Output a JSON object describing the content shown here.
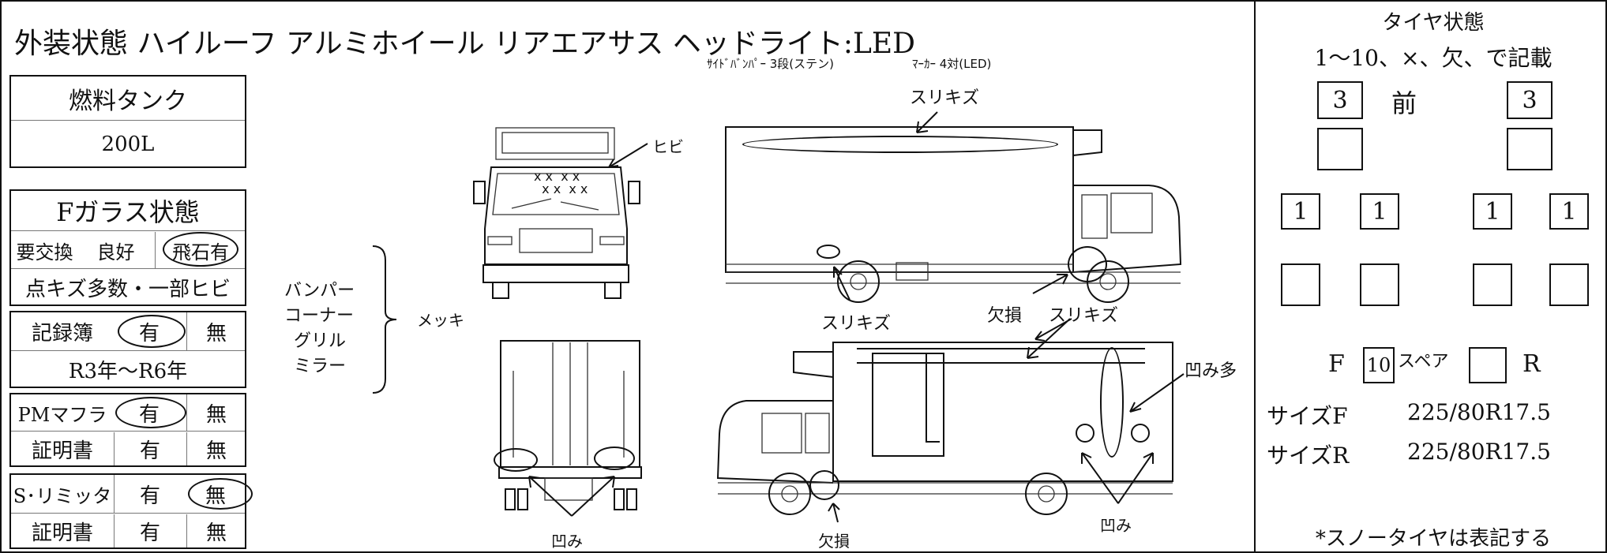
{
  "header": {
    "exterior_line": "外装状態 ハイルーフ アルミホイール リアエアサス ヘッドライト:LED",
    "side_bumper": "ｻｲﾄﾞﾊﾞﾝﾊﾟｰ 3段(ステン)",
    "marker": "ﾏｰｶｰ 4対(LED)"
  },
  "fuel_tank": {
    "label": "燃料タンク",
    "value": "200L"
  },
  "f_glass": {
    "title": "Fガラス状態",
    "options": [
      "要交換",
      "良好",
      "飛石有"
    ],
    "selected": "飛石有",
    "note": "点キズ多数・一部ヒビ"
  },
  "records": {
    "label": "記録簿",
    "yes": "有",
    "no": "無",
    "period": "R3年～R6年"
  },
  "pm_muffler": {
    "label": "PMマフラ",
    "yes": "有",
    "no": "無",
    "cert_label": "証明書",
    "cert_yes": "有",
    "cert_no": "無"
  },
  "speed_limiter": {
    "label": "S･リミッタ",
    "yes": "有",
    "no": "無",
    "cert_label": "証明書",
    "cert_yes": "有",
    "cert_no": "無"
  },
  "diagram": {
    "plating_parts": [
      "バンパー",
      "コーナー",
      "グリル",
      "ミラー"
    ],
    "plating_label": "メッキ",
    "crack": "ヒビ",
    "scratch_top": "スリキズ",
    "scratch_bottom_left": "スリキズ",
    "chip_right": "欠損",
    "scratch_side": "スリキズ",
    "dent_many": "凹み多",
    "dent_rear": "凹み",
    "chip_bottom": "欠損",
    "dent_side": "凹み",
    "crack_marks": "x x\nx x  x x\nx x"
  },
  "tires": {
    "title": "タイヤ状態",
    "instruction": "1～10、×、欠、で記載",
    "front_label": "前",
    "front_left": "3",
    "front_right": "3",
    "row2_left": "",
    "row2_right": "",
    "rear": [
      "1",
      "1",
      "1",
      "1"
    ],
    "rear2": [
      "",
      "",
      "",
      ""
    ],
    "f_label": "F",
    "spare_value": "10",
    "spare_label": "スペア",
    "spare_r_value": "",
    "r_label": "R",
    "size_f_label": "サイズF",
    "size_f_value": "225/80R17.5",
    "size_r_label": "サイズR",
    "size_r_value": "225/80R17.5",
    "footnote": "*スノータイヤは表記する"
  }
}
